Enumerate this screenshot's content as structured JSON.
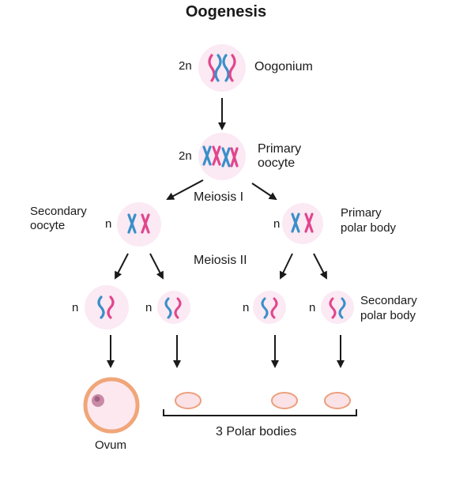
{
  "title": "Oogenesis",
  "ploidy": {
    "diploid": "2n",
    "haploid": "n"
  },
  "labels": {
    "oogonium": "Oogonium",
    "primary_oocyte": [
      "Primary",
      "oocyte"
    ],
    "secondary_oocyte": [
      "Secondary",
      "oocyte"
    ],
    "primary_polar_body": [
      "Primary",
      "polar body"
    ],
    "secondary_polar_body": [
      "Secondary",
      "polar body"
    ],
    "ovum": "Ovum",
    "three_polar_bodies": "3 Polar bodies"
  },
  "stages": {
    "meiosis1": "Meiosis I",
    "meiosis2": "Meiosis II"
  },
  "colors": {
    "cell_fill": "#fbe9f3",
    "chromosome_pink": "#e0468d",
    "chromosome_blue": "#3a8fc9",
    "ovum_rim": "#f0a679",
    "ovum_fill": "#fde8f0",
    "ovum_nucleus": "#c98aa6",
    "polar_body_rim": "#ec9f7c",
    "polar_body_fill": "#fbe2e6",
    "arrow": "#1a1a1a"
  }
}
